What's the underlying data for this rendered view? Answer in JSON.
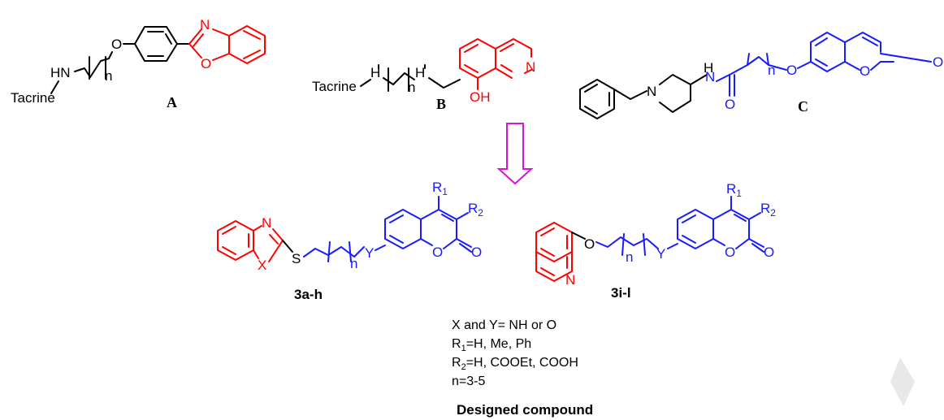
{
  "atoms": {
    "HN": "HN",
    "H": "H",
    "N": "N",
    "O": "O",
    "S": "S",
    "X": "X",
    "Y": "Y",
    "OH": "OH",
    "n": "n",
    "Tacrine": "Tacrine",
    "R": "R",
    "sub1": "1",
    "sub2": "2"
  },
  "labels": {
    "A": "A",
    "B": "B",
    "C": "C",
    "series1": "3a-h",
    "series2": "3i-l"
  },
  "notes": {
    "line1": "X and Y= NH or O",
    "line2_rest": "=H, Me, Ph",
    "line3_rest": "=H, COOEt, COOH",
    "line4": "n=3-5"
  },
  "caption": "Designed compound",
  "colors": {
    "pharmacophore": "#ff0000",
    "coumarin": "#1a1aff",
    "arrow": "#d616d6",
    "scaffold": "#000000"
  }
}
